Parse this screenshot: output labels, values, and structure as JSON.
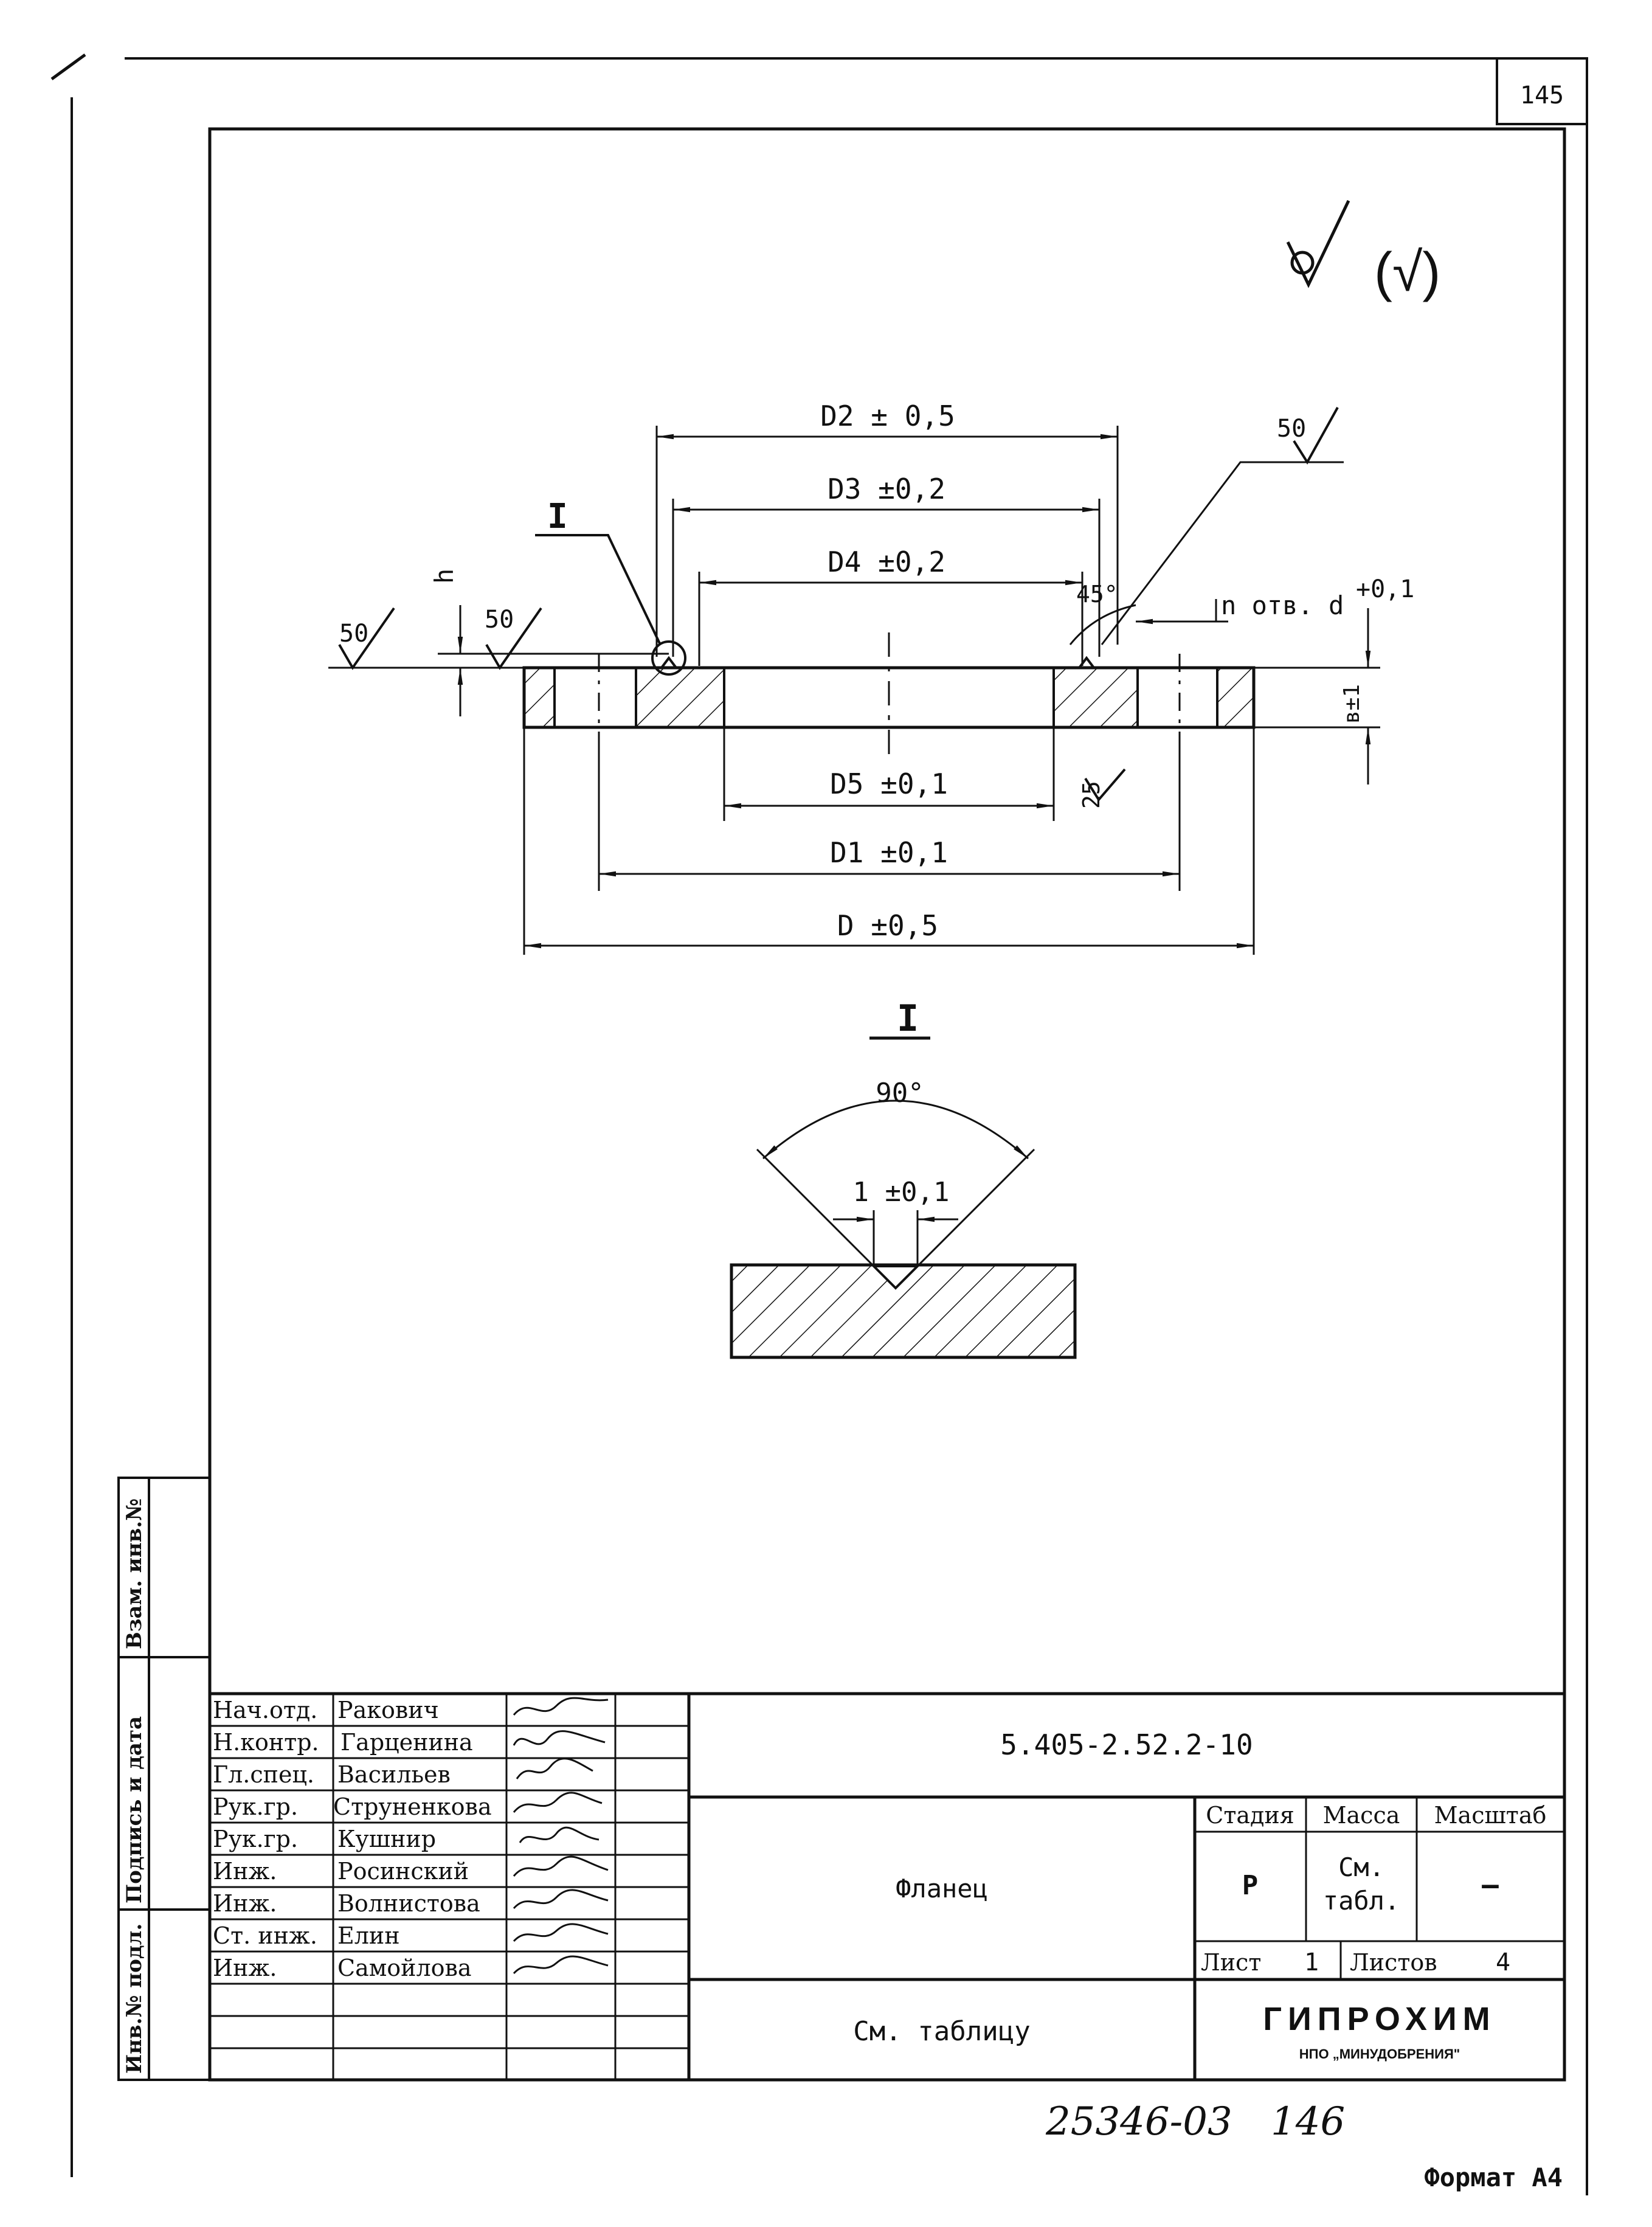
{
  "sheet_number": "145",
  "roughness": {
    "general": "√",
    "bracket": "(√)",
    "top_right": "50",
    "left_outer": "50",
    "left_inner": "50",
    "bottom": "25"
  },
  "dimensions": {
    "D2": "D2 ± 0,5",
    "D3": "D3 ±0,2",
    "D4": "D4 ±0,2",
    "D5": "D5 ±0,1",
    "D1": "D1 ±0,1",
    "D": "D ±0,5",
    "h": "h",
    "chamfer": "45°",
    "holes": "n отв. d",
    "holes_tol": "+0,1",
    "thickness": "в±1"
  },
  "detail": {
    "callout": "I",
    "title": "I",
    "angle": "90°",
    "width": "1 ±0,1"
  },
  "side_stamp": {
    "cells": [
      "Взам. инв.№",
      "Подпись и дата",
      "Инв.№ подл."
    ]
  },
  "title_block": {
    "staff": [
      {
        "role": "Нач.отд.",
        "name": "Ракович"
      },
      {
        "role": "Н.контр.",
        "name": "Гарценина"
      },
      {
        "role": "Гл.спец.",
        "name": "Васильев"
      },
      {
        "role": "Рук.гр.",
        "name": "Струненкова"
      },
      {
        "role": "Рук.гр.",
        "name": "Кушнир"
      },
      {
        "role": "Инж.",
        "name": "Росинский"
      },
      {
        "role": "Инж.",
        "name": "Волнистова"
      },
      {
        "role": "Ст. инж.",
        "name": "Елин"
      },
      {
        "role": "Инж.",
        "name": "Самойлова"
      }
    ],
    "document_code": "5.405-2.52.2-10",
    "part_name": "Фланец",
    "material": "См. таблицу",
    "stage_label": "Стадия",
    "mass_label": "Масса",
    "scale_label": "Масштаб",
    "stage_value": "Р",
    "mass_value_1": "См.",
    "mass_value_2": "табл.",
    "scale_value": "–",
    "sheet_label": "Лист",
    "sheet_value": "1",
    "sheets_label": "Листов",
    "sheets_value": "4",
    "org_name": "ГИПРОХИМ",
    "org_sub": "НПО „МИНУДОБРЕНИЯ\""
  },
  "handwritten_number": "25346-03",
  "handwritten_page": "146",
  "format": "Формат А4"
}
